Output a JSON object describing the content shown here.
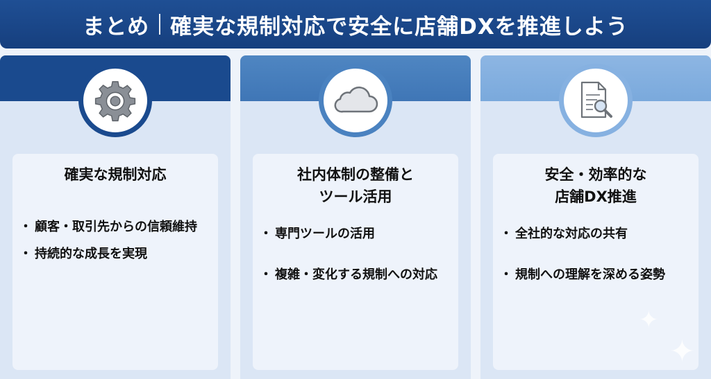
{
  "header": {
    "label": "まとめ",
    "title": "確実な規制対応で安全に店舗DXを推進しよう"
  },
  "columns": [
    {
      "icon": "gear-icon",
      "title": "確実な規制対応",
      "bullets": [
        "顧客・取引先からの信頼維持",
        "持続的な成長を実現"
      ]
    },
    {
      "icon": "cloud-icon",
      "title_line1": "社内体制の整備と",
      "title_line2": "ツール活用",
      "bullets": [
        "専門ツールの活用",
        "複雑・変化する規制への対応"
      ]
    },
    {
      "icon": "document-search-icon",
      "title_line1": "安全・効率的な",
      "title_line2": "店舗DX推進",
      "bullets": [
        "全社的な対応の共有",
        "規制への理解を深める姿勢"
      ]
    }
  ],
  "colors": {
    "header": "#1a4a8e",
    "band1": "#1a4a8e",
    "band2": "#4a82c0",
    "band3": "#86b1e1",
    "panel": "#dbe6f5",
    "card": "#eef3fb"
  }
}
